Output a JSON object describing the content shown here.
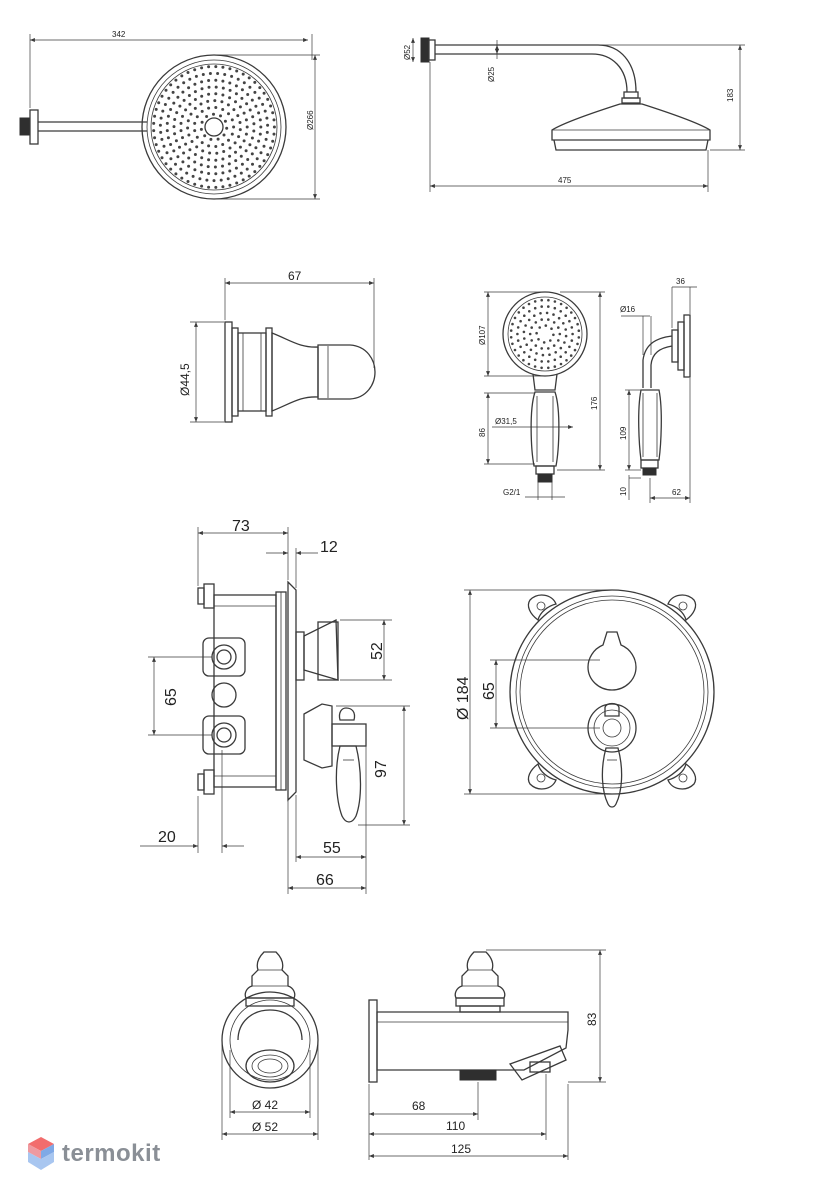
{
  "dimensions": {
    "rain_width": "342",
    "rain_diameter": "Ø266",
    "rain_flange": "Ø52",
    "rain_arm": "Ø25",
    "rain_height": "183",
    "rain_length": "475",
    "outlet_length": "67",
    "outlet_diameter": "Ø44,5",
    "hand_head": "Ø107",
    "hand_grip": "Ø31,5",
    "hand_grip_len": "86",
    "hand_total": "176",
    "hand_thread": "G2/1",
    "holder_pipe": "Ø16",
    "holder_depth": "36",
    "holder_height": "109",
    "holder_10": "10",
    "holder_62": "62",
    "mixer_73": "73",
    "mixer_12": "12",
    "mixer_52": "52",
    "mixer_65": "65",
    "mixer_97": "97",
    "mixer_20": "20",
    "mixer_55": "55",
    "mixer_66": "66",
    "plate_184": "Ø 184",
    "plate_65": "65",
    "spout_42": "Ø 42",
    "spout_52": "Ø 52",
    "spout_83": "83",
    "spout_68": "68",
    "spout_110": "110",
    "spout_125": "125"
  },
  "brand": {
    "name": "termokit",
    "colors": {
      "top": "#f26d6d",
      "left": "#ef9aa0",
      "right": "#7fa9e6",
      "bottom": "#a8c6f0",
      "text": "#8a8f96"
    }
  }
}
